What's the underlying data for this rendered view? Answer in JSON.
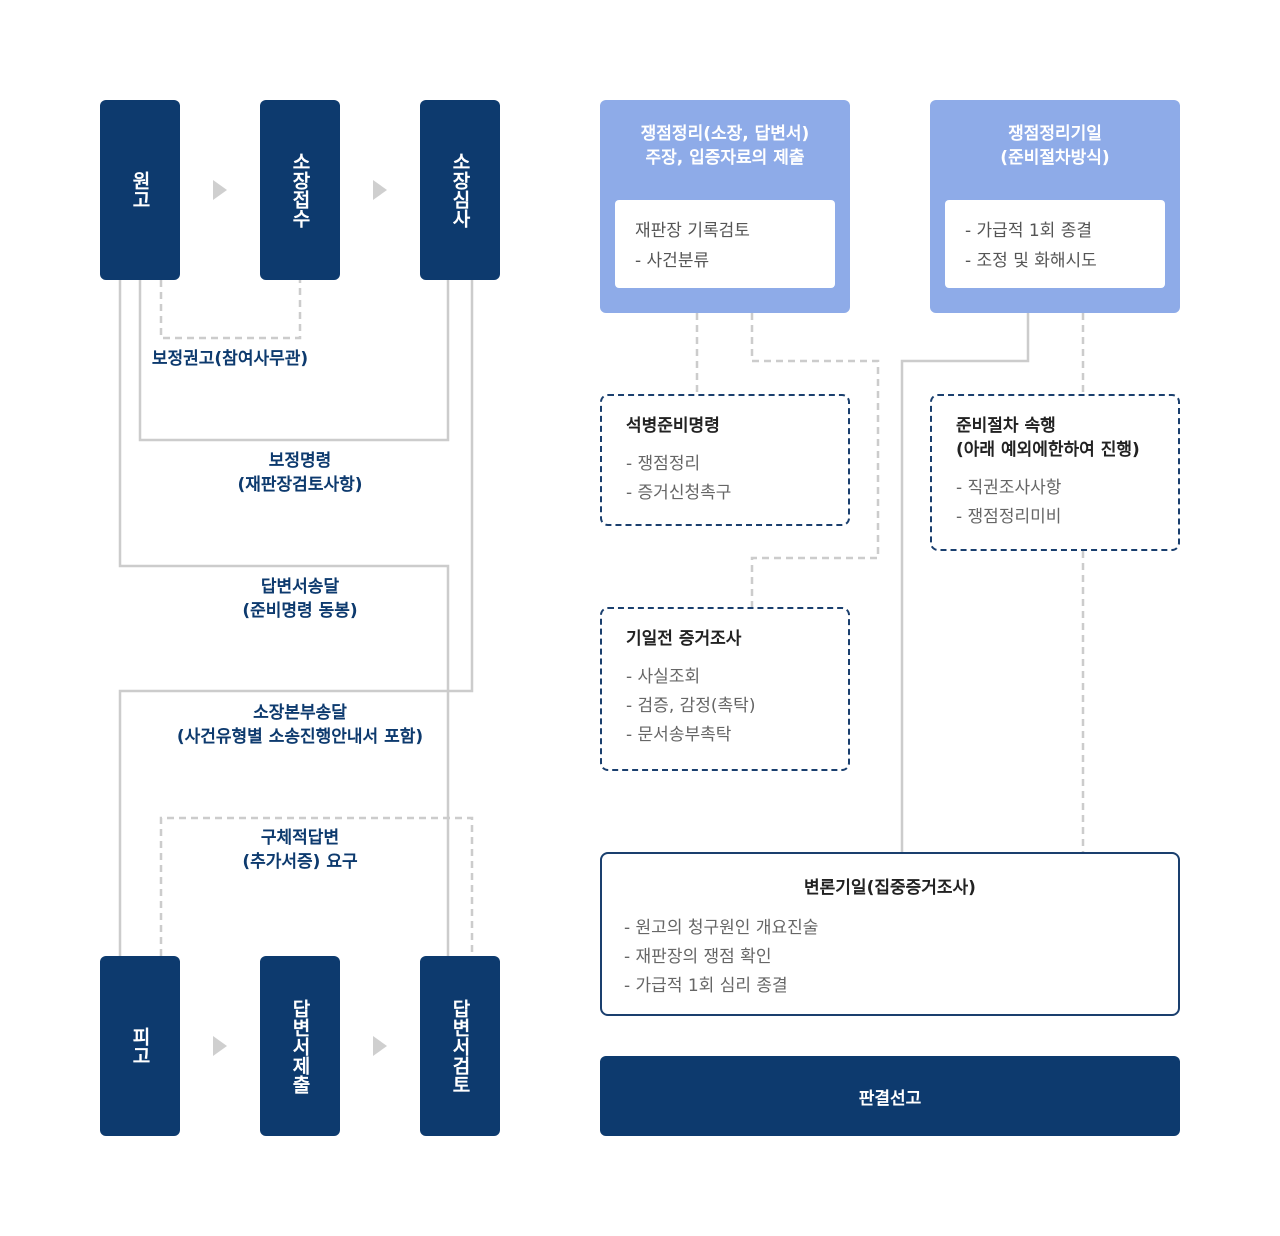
{
  "plaintiff_flow": [
    {
      "id": "plaintiff",
      "label": "원고"
    },
    {
      "id": "complaint-receipt",
      "label": "소장접수"
    },
    {
      "id": "complaint-review",
      "label": "소장심사"
    }
  ],
  "defendant_flow": [
    {
      "id": "defendant",
      "label": "피고"
    },
    {
      "id": "answer-submission",
      "label": "답변서제출"
    },
    {
      "id": "answer-review",
      "label": "답변서검토"
    }
  ],
  "edge_labels": {
    "correction_advice": [
      "보정권고(참여사무관)"
    ],
    "correction_order": [
      "보정명령",
      "(재판장검토사항)"
    ],
    "answer_delivery": [
      "답변서송달",
      "(준비명령 동봉)"
    ],
    "complaint_copy_delivery": [
      "소장본부송달",
      "(사건유형별 소송진행안내서 포함)"
    ],
    "specific_answer_request": [
      "구체적답변",
      "(추가서증) 요구"
    ]
  },
  "issue_organizing": {
    "title": [
      "쟁점정리(소장, 답변서)",
      "주장, 입증자료의 제출"
    ],
    "items": [
      "재판장 기록검토",
      "- 사건분류"
    ]
  },
  "issue_hearing": {
    "title": [
      "쟁점정리기일",
      "(준비절차방식)"
    ],
    "items": [
      "- 가급적 1회 종결",
      "- 조정 및 화해시도"
    ]
  },
  "pleading_prep_order": {
    "title": [
      "석병준비명령"
    ],
    "items": [
      "- 쟁점정리",
      "- 증거신청촉구"
    ]
  },
  "pre_hearing_evidence": {
    "title": [
      "기일전 증거조사"
    ],
    "items": [
      "- 사실조회",
      "- 검증, 감정(촉탁)",
      "- 문서송부촉탁"
    ]
  },
  "prep_procedure": {
    "title": [
      "준비절차 속행",
      "(아래 예외에한하여 진행)"
    ],
    "items": [
      "- 직권조사사항",
      "- 쟁점정리미비"
    ]
  },
  "oral_hearing": {
    "title": "변론기일(집중증거조사)",
    "items": [
      "- 원고의 청구원인 개요진술",
      "- 재판장의 쟁점 확인",
      "- 가급적 1회 심리 종결"
    ]
  },
  "judgment": {
    "label": "판결선고"
  },
  "colors": {
    "navy": "#0d3a6e",
    "light_blue": "#8eabe8",
    "connector": "#cccccc",
    "dashed_border": "#1a3f6e"
  }
}
